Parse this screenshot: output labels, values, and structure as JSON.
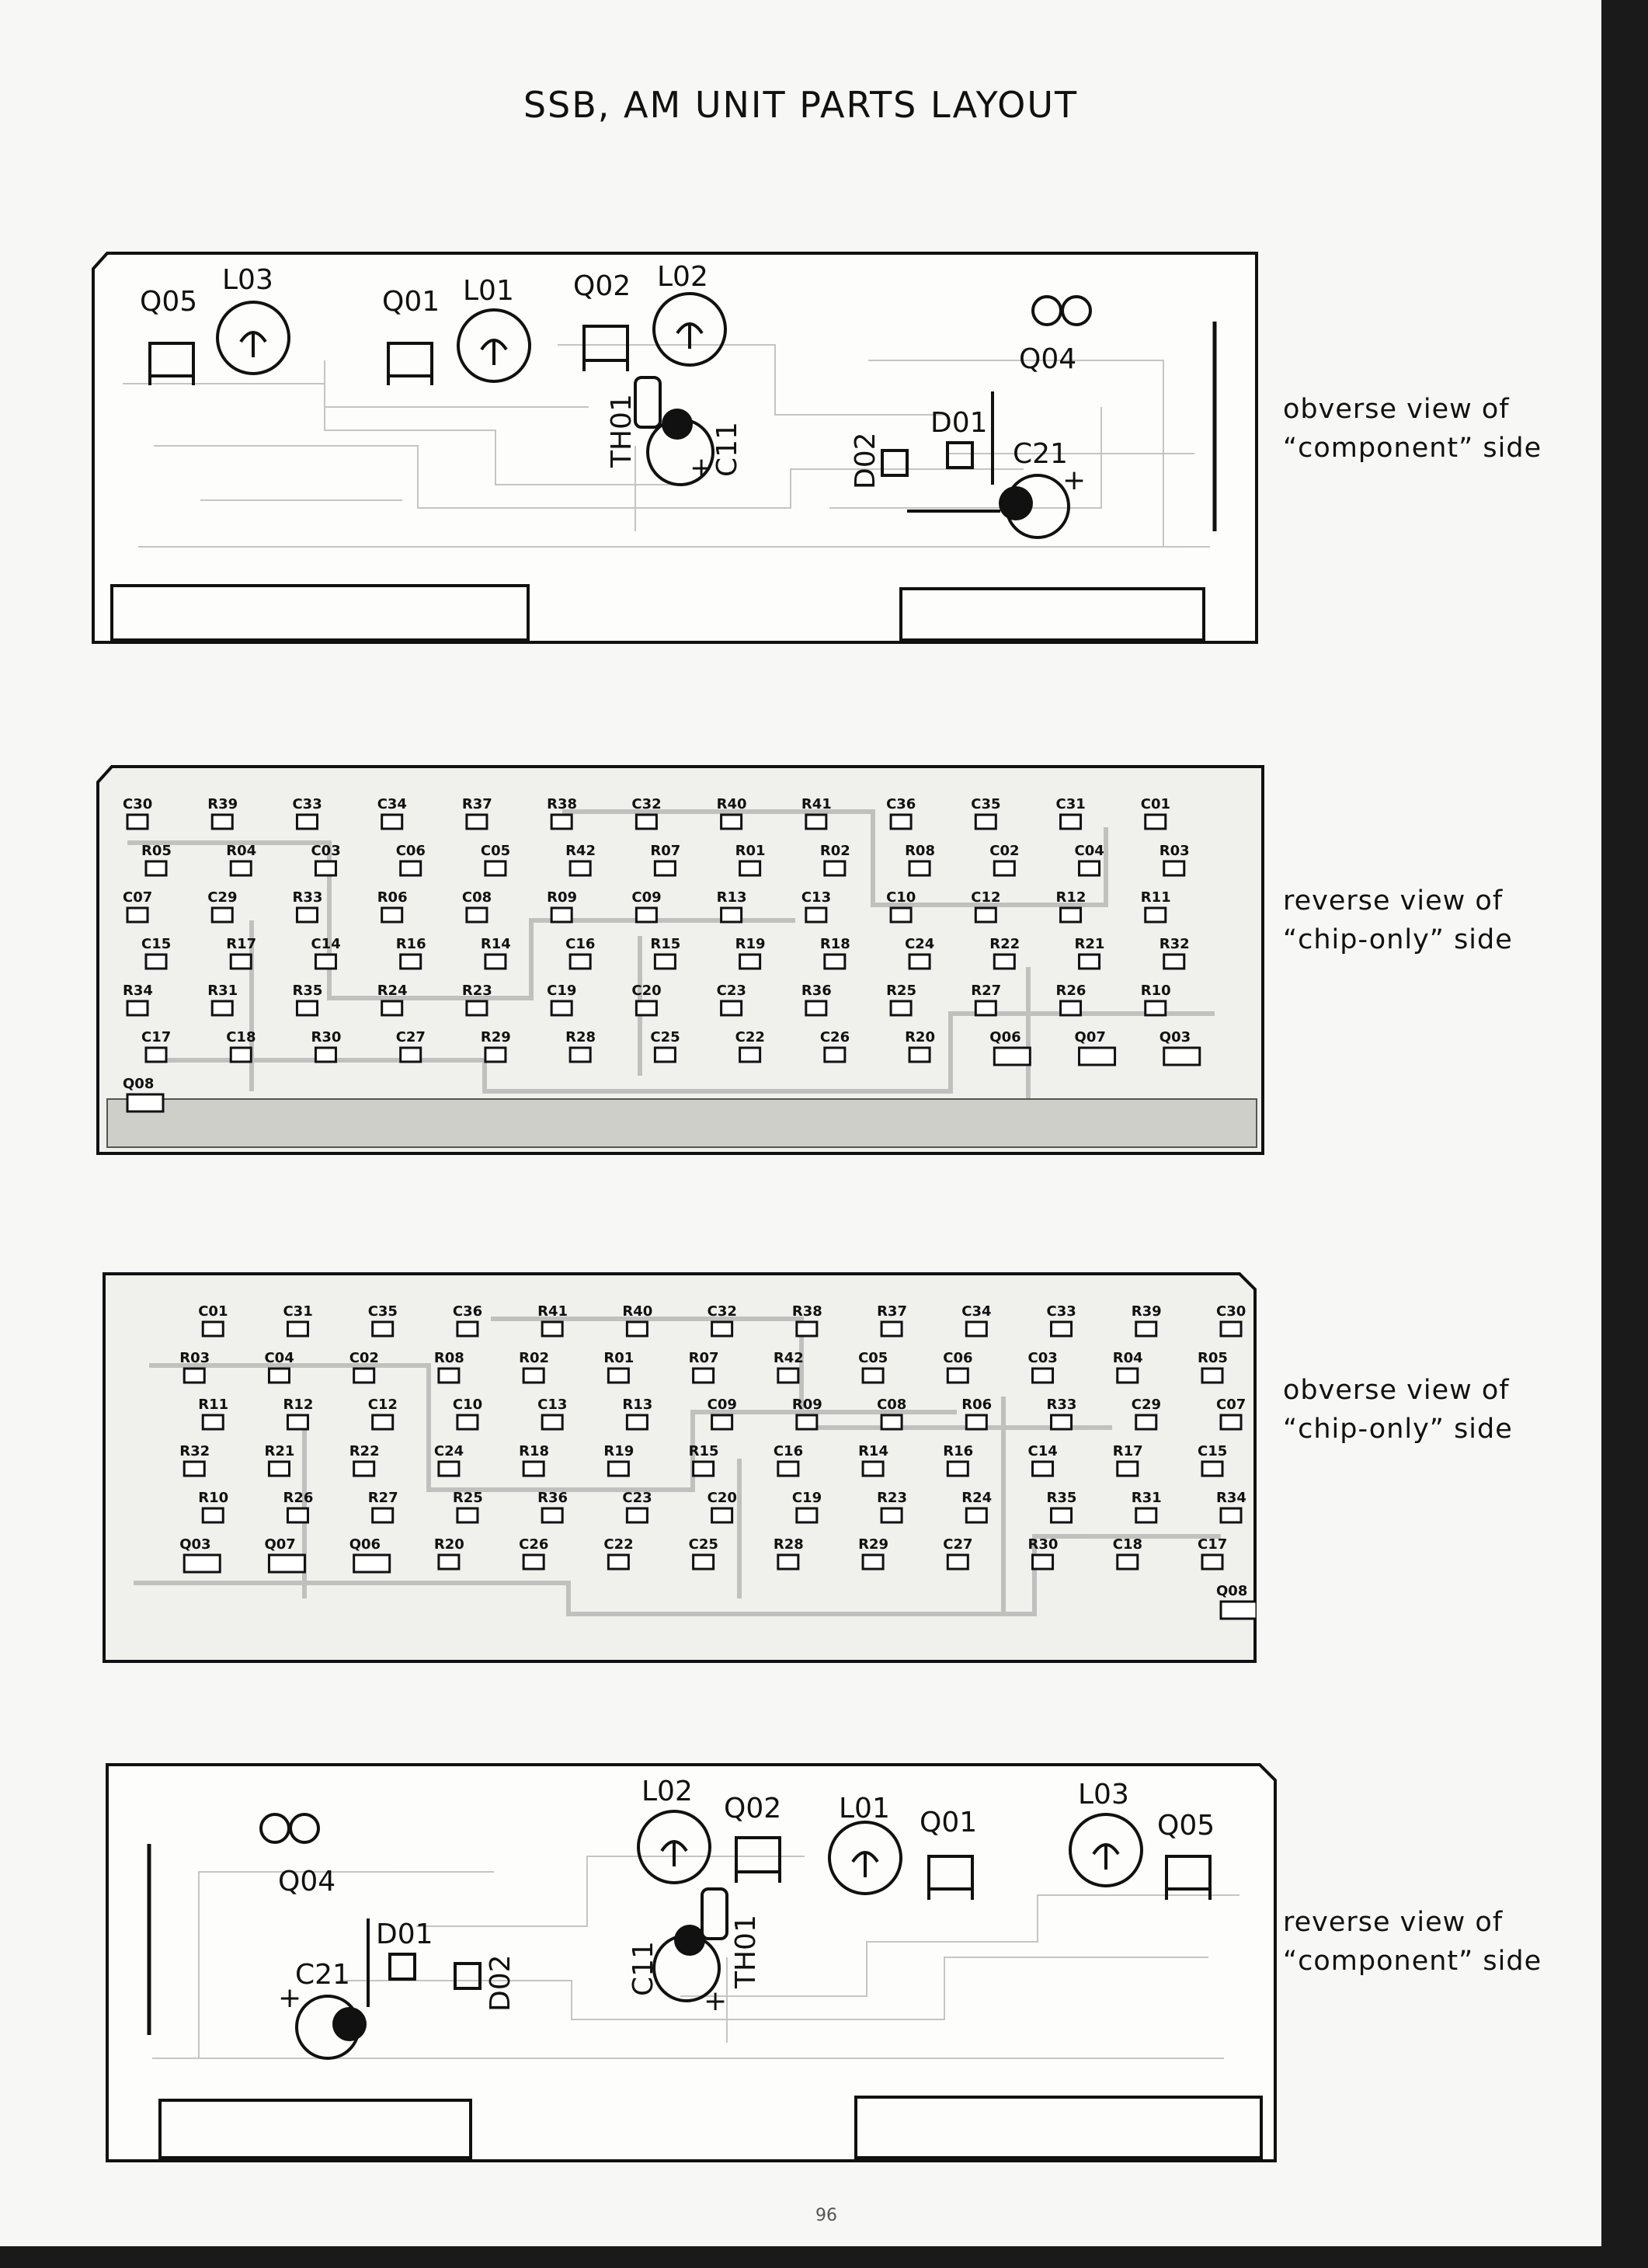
{
  "title": "SSB, AM UNIT PARTS LAYOUT",
  "captions": [
    {
      "line1": "obverse view of",
      "line2": "“component” side"
    },
    {
      "line1": "reverse view of",
      "line2": "“chip-only” side"
    },
    {
      "line1": "obverse view of",
      "line2": "“chip-only” side"
    },
    {
      "line1": "reverse view of",
      "line2": "“component” side"
    }
  ],
  "component_side_labels": {
    "q05": "Q05",
    "l03": "L03",
    "q01": "Q01",
    "l01": "L01",
    "q02": "Q02",
    "l02": "L02",
    "q04": "Q04",
    "th01": "TH01",
    "c11": "C11",
    "d02": "D02",
    "d01": "D01",
    "c21": "C21",
    "plus": "+"
  },
  "chip_side_labels": [
    "C30",
    "R39",
    "C33",
    "C34",
    "R37",
    "R38",
    "C32",
    "R40",
    "R41",
    "C36",
    "C35",
    "C31",
    "C01",
    "R05",
    "R04",
    "C03",
    "C06",
    "C05",
    "R42",
    "R07",
    "R01",
    "R02",
    "R08",
    "C02",
    "C04",
    "R03",
    "C07",
    "C29",
    "R33",
    "R06",
    "C08",
    "R09",
    "C09",
    "R13",
    "C13",
    "C10",
    "C12",
    "R12",
    "R11",
    "C15",
    "R17",
    "C14",
    "R16",
    "R14",
    "C16",
    "R15",
    "R19",
    "R18",
    "C24",
    "R22",
    "R21",
    "R32",
    "R34",
    "R31",
    "R35",
    "R24",
    "R23",
    "C19",
    "C20",
    "C23",
    "R36",
    "R25",
    "R27",
    "R26",
    "R10",
    "C17",
    "C18",
    "R30",
    "C27",
    "R29",
    "R28",
    "C25",
    "C22",
    "C26",
    "R20",
    "Q06",
    "Q07",
    "Q03",
    "Q08"
  ],
  "page_number": "96"
}
